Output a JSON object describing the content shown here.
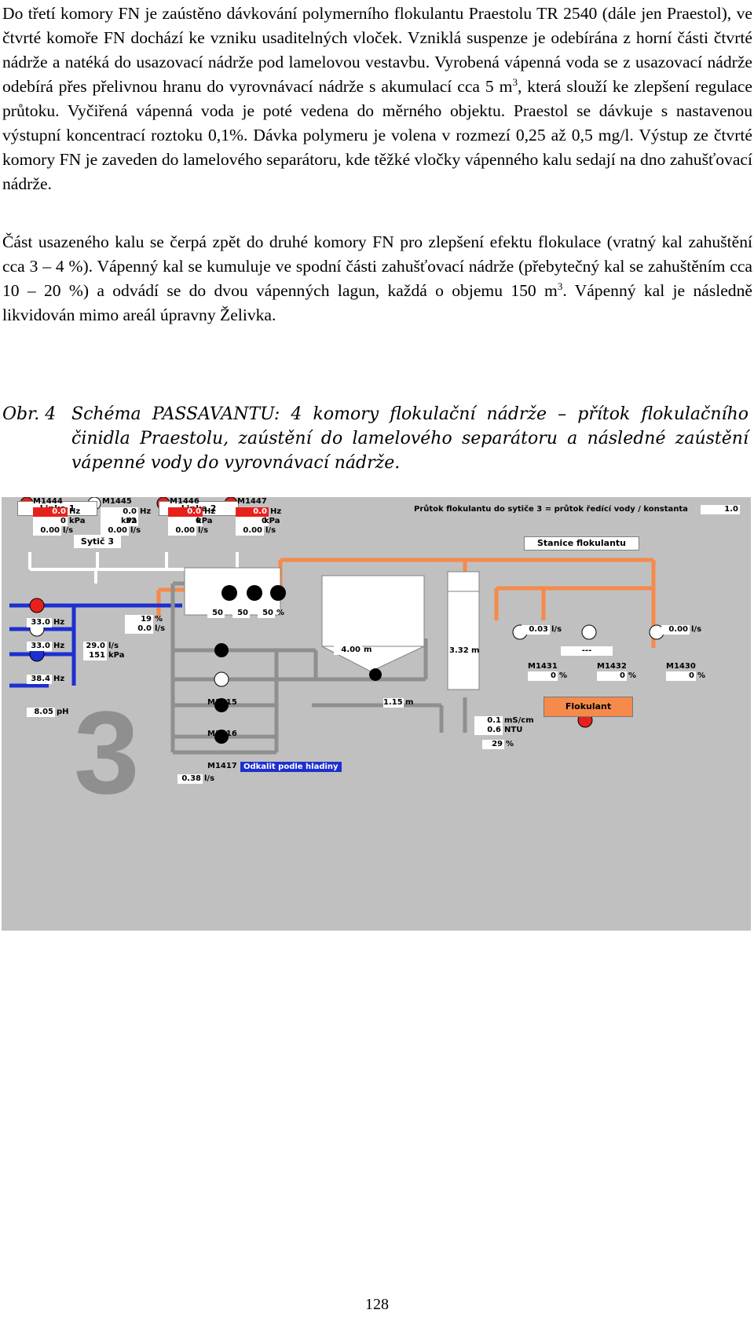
{
  "text": {
    "paragraph1": {
      "a": "Do třetí komory FN je zaústěno dávkování polymerního flokulantu Praestolu TR 2540 (dále jen Praestol), ve čtvrté komoře FN dochází ke vzniku usaditelných vloček. Vzniklá suspenze je odebírána z horní části čtvrté nádrže a natéká do usazovací nádrže pod lamelovou vestavbu. Vyrobená vápenná voda se z usazovací nádrže odebírá přes přelivnou hranu do vyrovnávací nádrže s akumulací cca 5 m",
      "sup": "3",
      "b": ", která slouží ke zlepšení regulace průtoku. Vyčiřená vápenná voda je poté vedena do měrného objektu. Praestol se dávkuje s nastavenou výstupní koncentrací roztoku 0,1%. Dávka polymeru je volena v rozmezí 0,25 až 0,5 mg/l. Výstup ze čtvrté komory FN je zaveden do lamelového separátoru, kde těžké vločky vápenného kalu sedají na dno zahušťovací nádrže."
    },
    "paragraph2": {
      "a": "Část usazeného kalu se čerpá zpět do druhé komory FN pro zlepšení efektu flokulace (vratný kal zahuštění cca 3 – 4 %). Vápenný kal se kumuluje ve spodní části zahušťovací nádrže (přebytečný kal se zahuštěním cca 10 – 20 %) a odvádí se do dvou vápenných lagun, každá o objemu 150 m",
      "sup": "3",
      "b": ". Vápenný kal je následně likvidován mimo areál úpravny Želivka."
    },
    "caption_label": "Obr. 4",
    "caption_text": "Schéma PASSAVANTU: 4 komory flokulační nádrže – přítok flokulačního činidla Praestolu, zaústění do lamelového separátoru a následné zaústění vápenné vody do vyrovnávací nádrže.",
    "page_number": "128"
  },
  "scada": {
    "linka1": "Linka 1",
    "linka2": "Linka 2",
    "flow_label": "Průtok flokulantu do sytiče 3 = průtok ředící vody / konstanta",
    "flow_value": "1.0",
    "stanice": "Stanice flokulantu",
    "sytic": "Sytič 3",
    "pumps": [
      {
        "name": "M1444",
        "hz": "0.0",
        "kpa": "0",
        "ls": "0.00"
      },
      {
        "name": "M1445",
        "hz": "0.0",
        "kpa": "52",
        "ls": "0.00"
      },
      {
        "name": "M1446",
        "hz": "0.0",
        "kpa": "0",
        "ls": "0.00"
      },
      {
        "name": "M1447",
        "hz": "0.0",
        "kpa": "0",
        "ls": "0.00"
      }
    ],
    "units": {
      "hz": "Hz",
      "kpa": "kPa",
      "ls": "l/s",
      "pct": "%",
      "m": "m",
      "ph": "pH",
      "mscm": "mS/cm",
      "ntu": "NTU"
    },
    "left_hz1": "33.0",
    "left_hz2": "33.0",
    "left_hz3": "38.4",
    "flow2": "29.0",
    "kpa2": "151",
    "ph": "8.05",
    "pct_valve": "19",
    "ls_valve": "0.0",
    "mixers": [
      "50",
      "50",
      "50"
    ],
    "tank_level": "4.00",
    "sep_level": "3.32",
    "bottom_level": "1.15",
    "m1415": "M1415",
    "m1416": "M1416",
    "m1417": "M1417",
    "odkalit": "Odkalit podle hladiny",
    "ls_bottom": "0.38",
    "cond": "0.1",
    "ntu": "0.6",
    "pct_bottom": "29",
    "ls_right1": "0.03",
    "ls_right2": "0.00",
    "dashes": "---",
    "m1431": "M1431",
    "m1431v": "0",
    "m1432": "M1432",
    "m1432v": "0",
    "m1430": "M1430",
    "m1430v": "0",
    "flokulant": "Flokulant",
    "big_number": "3",
    "colors": {
      "orange": "#f58a4a",
      "blue": "#1d2fd0",
      "red": "#e8201c",
      "bg": "#c0c0c0"
    }
  }
}
